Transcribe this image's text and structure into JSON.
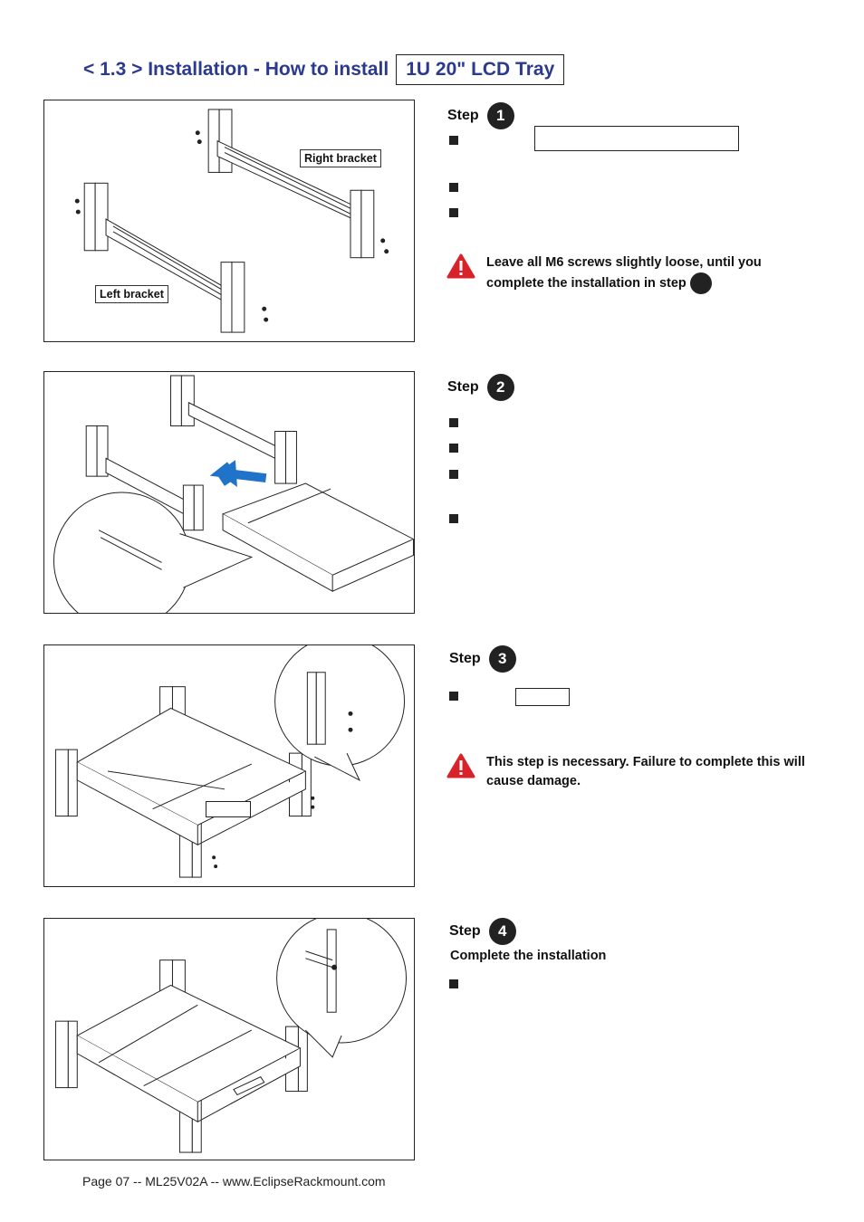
{
  "header": {
    "title_prefix": "< 1.3 > Installation - How to install",
    "title_box": "1U 20\" LCD Tray"
  },
  "figures": {
    "fig1": {
      "right_label": "Right bracket",
      "left_label": "Left bracket"
    }
  },
  "steps": [
    {
      "label": "Step",
      "number": "1",
      "warning": "Leave all M6 screws slightly loose, until you complete the installation in step"
    },
    {
      "label": "Step",
      "number": "2"
    },
    {
      "label": "Step",
      "number": "3",
      "warning": "This step is necessary. Failure to complete this will cause damage."
    },
    {
      "label": "Step",
      "number": "4",
      "subtitle": "Complete the installation"
    }
  ],
  "footer": {
    "text": "Page 07 -- ML25V02A -- www.EclipseRackmount.com"
  },
  "colors": {
    "title": "#2b3a8f",
    "warning": "#d8232a",
    "arrow": "#1f73c8"
  },
  "icons": {
    "warning": "warning-triangle-icon",
    "bullet": "square-bullet-icon"
  }
}
